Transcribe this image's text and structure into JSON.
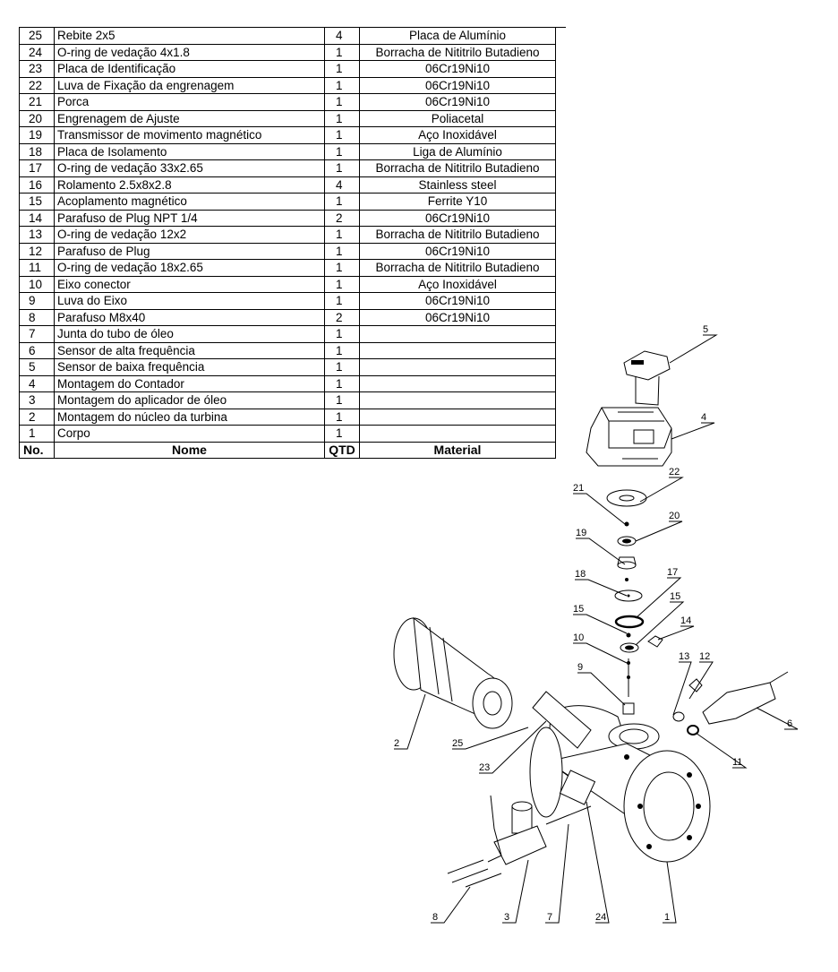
{
  "table": {
    "headers": {
      "no": "No.",
      "name": "Nome",
      "qty": "QTD",
      "material": "Material"
    },
    "rows": [
      {
        "no": "25",
        "name": "Rebite 2x5",
        "qty": "4",
        "material": "Placa de Alumínio"
      },
      {
        "no": "24",
        "name": "O-ring de vedação 4x1.8",
        "qty": "1",
        "material": "Borracha de Nititrilo Butadieno"
      },
      {
        "no": "23",
        "name": "Placa de Identificação",
        "qty": "1",
        "material": "06Cr19Ni10"
      },
      {
        "no": "22",
        "name": "Luva de Fixação da engrenagem",
        "qty": "1",
        "material": "06Cr19Ni10"
      },
      {
        "no": "21",
        "name": "Porca",
        "qty": "1",
        "material": "06Cr19Ni10"
      },
      {
        "no": "20",
        "name": "Engrenagem de Ajuste",
        "qty": "1",
        "material": "Poliacetal"
      },
      {
        "no": "19",
        "name": "Transmissor de movimento magnético",
        "qty": "1",
        "material": "Aço Inoxidável"
      },
      {
        "no": "18",
        "name": "Placa de Isolamento",
        "qty": "1",
        "material": "Liga de Alumínio"
      },
      {
        "no": "17",
        "name": "O-ring de vedação 33x2.65",
        "qty": "1",
        "material": "Borracha de Nititrilo Butadieno"
      },
      {
        "no": "16",
        "name": "Rolamento 2.5x8x2.8",
        "qty": "4",
        "material": "Stainless steel"
      },
      {
        "no": "15",
        "name": "Acoplamento magnético",
        "qty": "1",
        "material": "Ferrite Y10"
      },
      {
        "no": "14",
        "name": "Parafuso de Plug NPT 1/4",
        "qty": "2",
        "material": "06Cr19Ni10"
      },
      {
        "no": "13",
        "name": "O-ring de vedação 12x2",
        "qty": "1",
        "material": "Borracha de Nititrilo Butadieno"
      },
      {
        "no": "12",
        "name": "Parafuso de Plug",
        "qty": "1",
        "material": "06Cr19Ni10"
      },
      {
        "no": "11",
        "name": "O-ring de vedação 18x2.65",
        "qty": "1",
        "material": "Borracha de Nititrilo Butadieno"
      },
      {
        "no": "10",
        "name": "Eixo conector",
        "qty": "1",
        "material": "Aço Inoxidável"
      },
      {
        "no": "9",
        "name": "Luva do Eixo",
        "qty": "1",
        "material": "06Cr19Ni10"
      },
      {
        "no": "8",
        "name": "Parafuso M8x40",
        "qty": "2",
        "material": "06Cr19Ni10"
      },
      {
        "no": "7",
        "name": "Junta do tubo de óleo",
        "qty": "1",
        "material": ""
      },
      {
        "no": "6",
        "name": "Sensor de alta frequência",
        "qty": "1",
        "material": ""
      },
      {
        "no": "5",
        "name": "Sensor de baixa frequência",
        "qty": "1",
        "material": ""
      },
      {
        "no": "4",
        "name": "Montagem do Contador",
        "qty": "1",
        "material": ""
      },
      {
        "no": "3",
        "name": "Montagem do aplicador de óleo",
        "qty": "1",
        "material": ""
      },
      {
        "no": "2",
        "name": "Montagem do núcleo da turbina",
        "qty": "1",
        "material": ""
      },
      {
        "no": "1",
        "name": "Corpo",
        "qty": "1",
        "material": ""
      }
    ]
  },
  "callouts": [
    "5",
    "4",
    "22",
    "21",
    "20",
    "19",
    "18",
    "17",
    "15",
    "15",
    "14",
    "10",
    "13",
    "12",
    "9",
    "6",
    "2",
    "25",
    "11",
    "23",
    "8",
    "3",
    "7",
    "24",
    "1"
  ]
}
